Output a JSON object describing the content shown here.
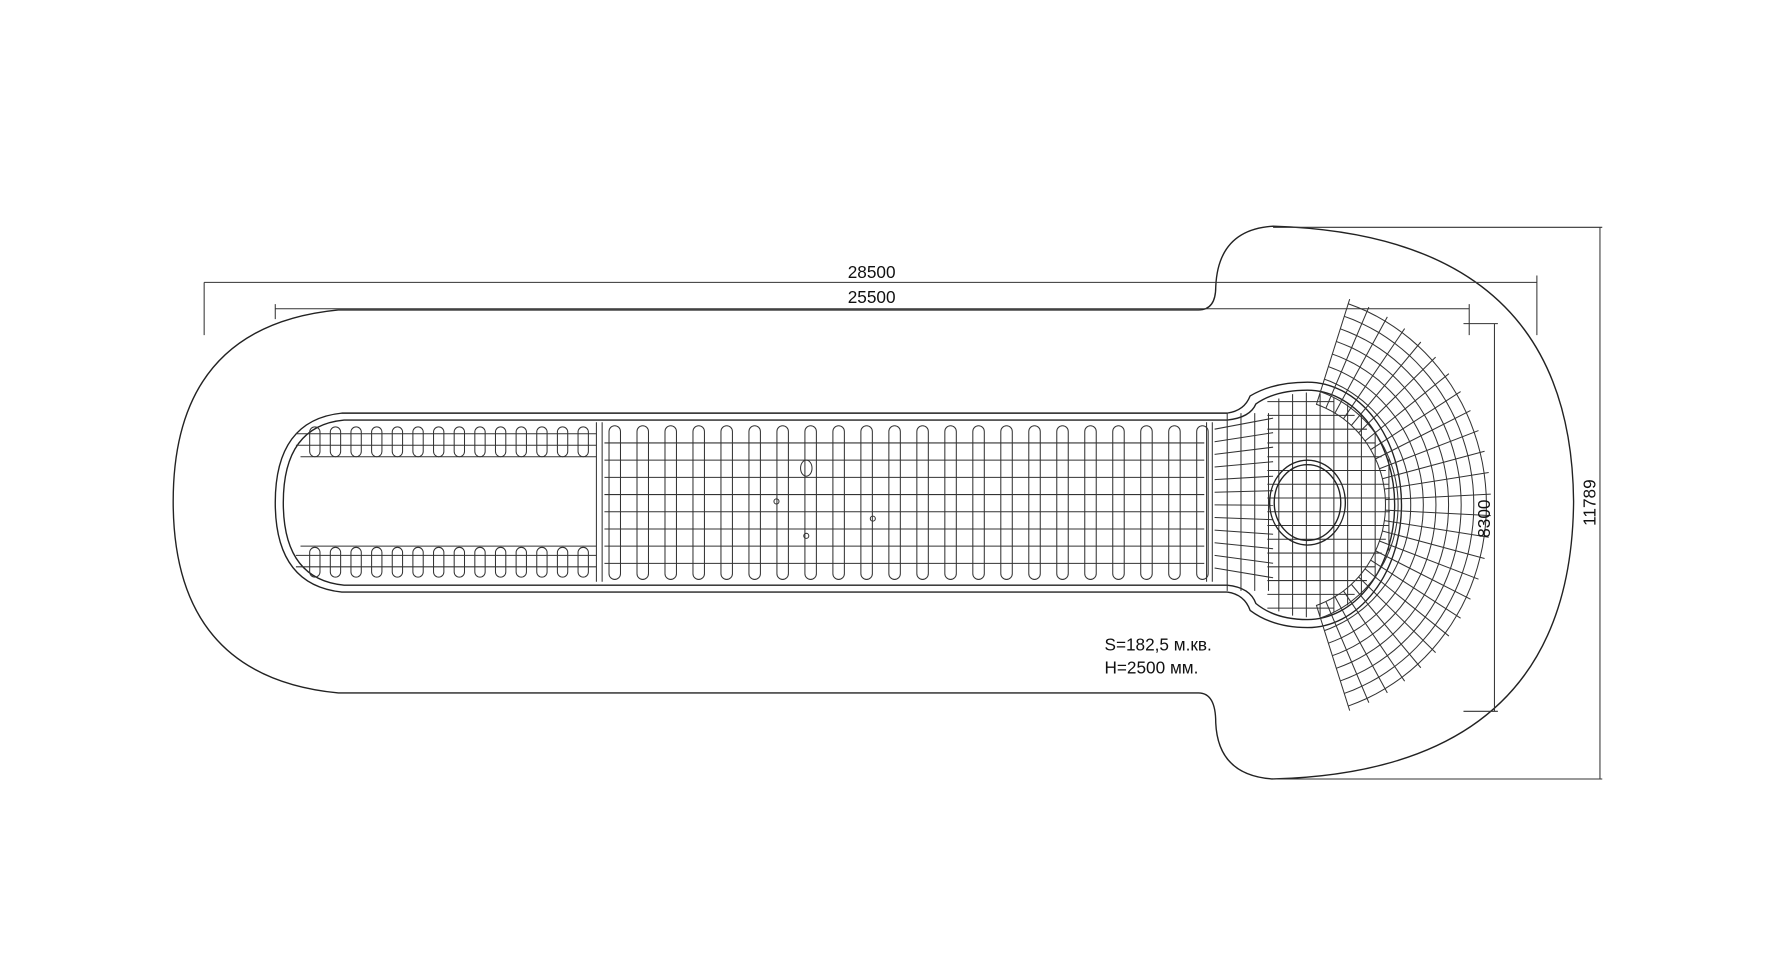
{
  "dimensions": {
    "overall_length": "28500",
    "pool_length": "25500",
    "bowl_width": "8300",
    "overall_width": "11789"
  },
  "notes": {
    "area": "S=182,5 м.кв.",
    "height": "H=2500 мм."
  },
  "colors": {
    "line": "#222222",
    "background": "#ffffff"
  }
}
